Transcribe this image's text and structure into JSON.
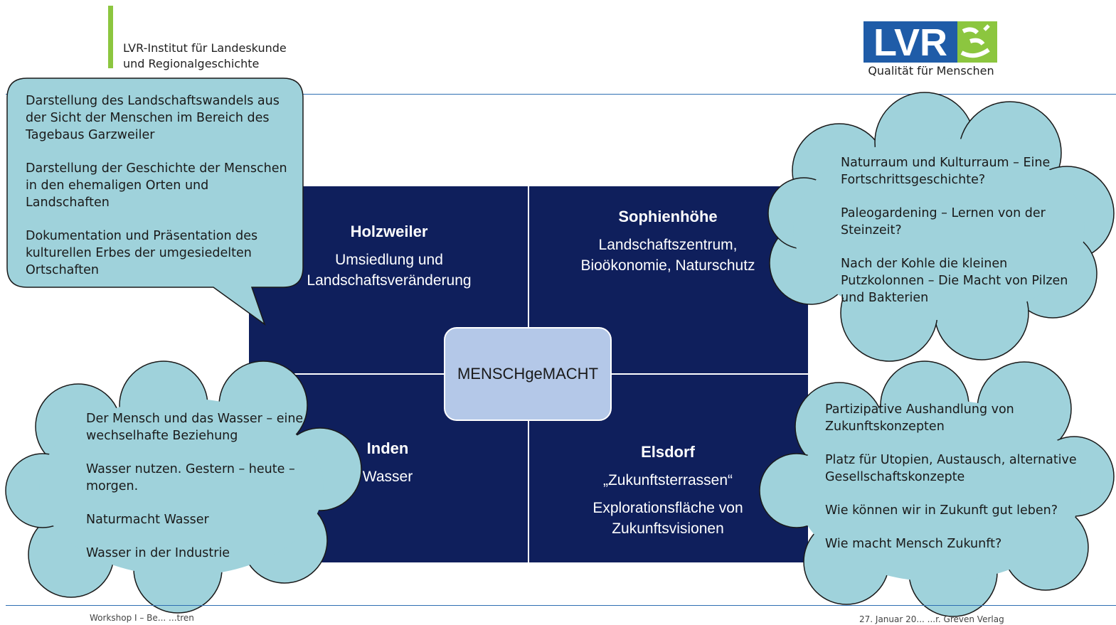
{
  "header": {
    "institute_line1": "LVR-Institut für Landeskunde",
    "institute_line2": "und Regionalgeschichte",
    "logo_text": "LVR",
    "logo_tagline": "Qualität für Menschen"
  },
  "colors": {
    "accent_green": "#8cc63f",
    "logo_blue": "#1f5ca8",
    "quadrant_navy": "#0f1f5c",
    "center_box": "#b4c8e8",
    "bubble_fill": "#9fd2db",
    "rule_blue": "#2e6fb2"
  },
  "center": {
    "label": "MENSCHgeMACHT"
  },
  "quadrants": {
    "top_left": {
      "title": "Holzweiler",
      "line1": "Umsiedlung und",
      "line2": "Landschaftsveränderung"
    },
    "top_right": {
      "title": "Sophienhöhe",
      "line1": "Landschaftszentrum,",
      "line2": "Bioökonomie, Naturschutz"
    },
    "bottom_left": {
      "title": "Inden",
      "line1": "Wasser"
    },
    "bottom_right": {
      "title": "Elsdorf",
      "line1": "„Zukunftsterrassen“",
      "line2": "Explorationsfläche von",
      "line3": "Zukunftsvisionen"
    }
  },
  "callouts": {
    "speech_top_left": [
      "Darstellung des Landschaftswandels aus der Sicht der Menschen im Bereich des Tagebaus Garzweiler",
      "Darstellung der Geschichte der Menschen in den ehemaligen Orten und Landschaften",
      "Dokumentation und Präsentation des kulturellen Erbes der umgesiedelten Ortschaften"
    ],
    "cloud_top_right": [
      "Naturraum und Kulturraum – Eine Fortschrittsgeschichte?",
      "Paleogardening – Lernen von der Steinzeit?",
      "Nach der Kohle die kleinen Putzkolonnen – Die Macht von Pilzen und Bakterien"
    ],
    "cloud_bottom_left": [
      "Der Mensch und das Wasser – eine wechselhafte Beziehung",
      "Wasser nutzen. Gestern – heute – morgen.",
      "Naturmacht Wasser",
      "Wasser in der Industrie"
    ],
    "cloud_bottom_right": [
      "Partizipative Aushandlung von Zukunftskonzepten",
      "Platz für Utopien, Austausch, alternative Gesellschaftskonzepte",
      "Wie können wir in Zukunft gut leben?",
      "Wie macht Mensch Zukunft?"
    ]
  },
  "footer": {
    "left": "Workshop I – Be... ...tren",
    "right": "27. Januar 20... ...r. Greven Verlag"
  }
}
